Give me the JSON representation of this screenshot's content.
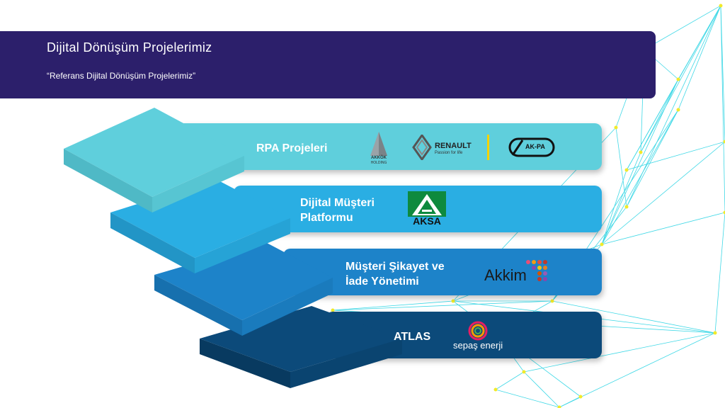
{
  "header": {
    "title": "Dijital Dönüşüm Projelerimiz",
    "subtitle": "“Referans Dijital Dönüşüm Projelerimiz”"
  },
  "colors": {
    "header_bg": "#2c1f6b",
    "level1": "#5fcfdc",
    "level2": "#2aaee3",
    "level3": "#1d83c9",
    "level4": "#0c4a7a",
    "network_line": "#3fd8e6",
    "network_node": "#f2ea2a"
  },
  "levels": [
    {
      "label": "RPA Projeleri",
      "logos": [
        "AKKÖK HOLDING",
        "RENAULT",
        "AK-PA"
      ]
    },
    {
      "label": "Dijital Müşteri Platformu",
      "logos": [
        "AKSA"
      ]
    },
    {
      "label": "Müşteri Şikayet ve İade Yönetimi",
      "logos": [
        "Akkim"
      ]
    },
    {
      "label": "ATLAS",
      "logos": [
        "sepaş enerji"
      ]
    }
  ],
  "logos": {
    "akkok": {
      "line1": "AKKÖK",
      "line2": "HOLDING"
    },
    "renault": {
      "name": "RENAULT",
      "tagline": "Passion for life"
    },
    "akpa": {
      "name": "AK-PA"
    },
    "aksa": {
      "name": "AKSA"
    },
    "akkim": {
      "name": "Akkim"
    },
    "sepas": {
      "name": "sepaş enerji"
    }
  }
}
